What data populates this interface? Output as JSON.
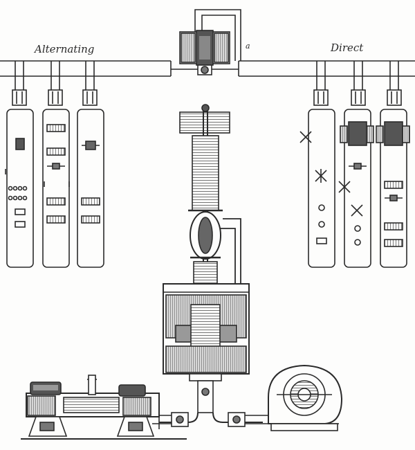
{
  "labels": {
    "alternating": "Alternating",
    "direct": "Direct",
    "center_mark": "a"
  },
  "colors": {
    "ink": "#2a2a2a",
    "mid": "#6a6a6a",
    "shade": "#9a9a9a",
    "paper": "#fdfdfc"
  }
}
